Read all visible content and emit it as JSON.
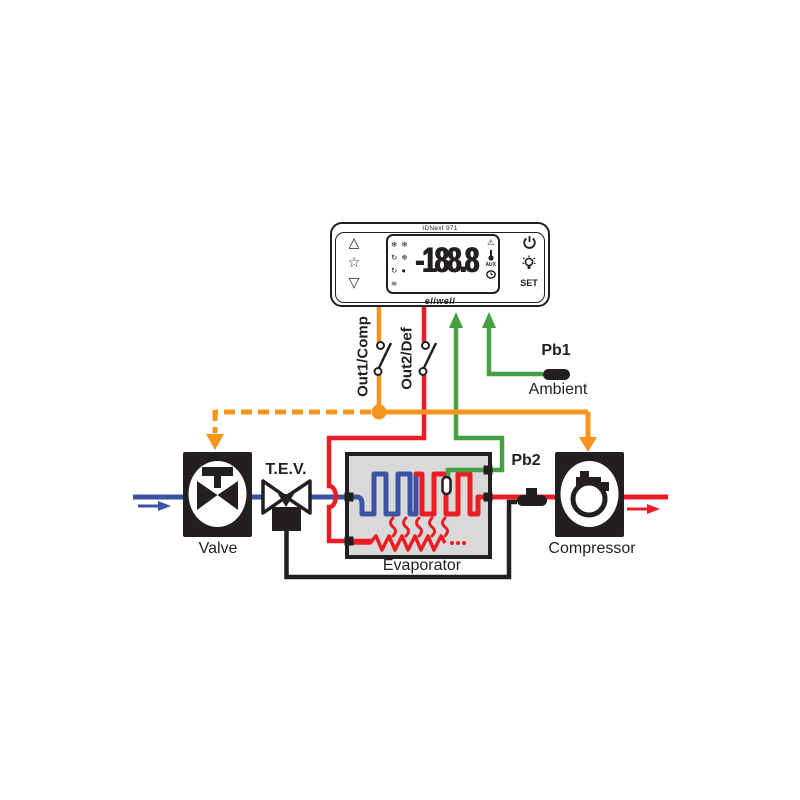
{
  "colors": {
    "orange": "#F7941E",
    "red": "#EC1C24",
    "blue": "#3A53A4",
    "green": "#45A041",
    "ink": "#231F20",
    "gray": "#D9D9D9"
  },
  "controller": {
    "model": "IDNext 971",
    "brand": "eliwell",
    "display_value": "-188.8",
    "buttons": {
      "up": "△",
      "star": "☆",
      "down": "▽",
      "set": "SET"
    },
    "lcd_icons": {
      "row1": "❄ ❄",
      "row2": "↻ ❄",
      "row3": "↻ ●",
      "row4": "≋",
      "alarm": "⚠",
      "aux": "AUX"
    }
  },
  "wiring": {
    "out1_label": "Out1/Comp",
    "out2_label": "Out2/Def",
    "pb1_label": "Pb1",
    "pb1_sub_label": "Ambient",
    "pb2_label": "Pb2"
  },
  "components": {
    "valve_label": "Valve",
    "tev_label": "T.E.V.",
    "evaporator_label": "Evaporator",
    "compressor_label": "Compressor"
  }
}
